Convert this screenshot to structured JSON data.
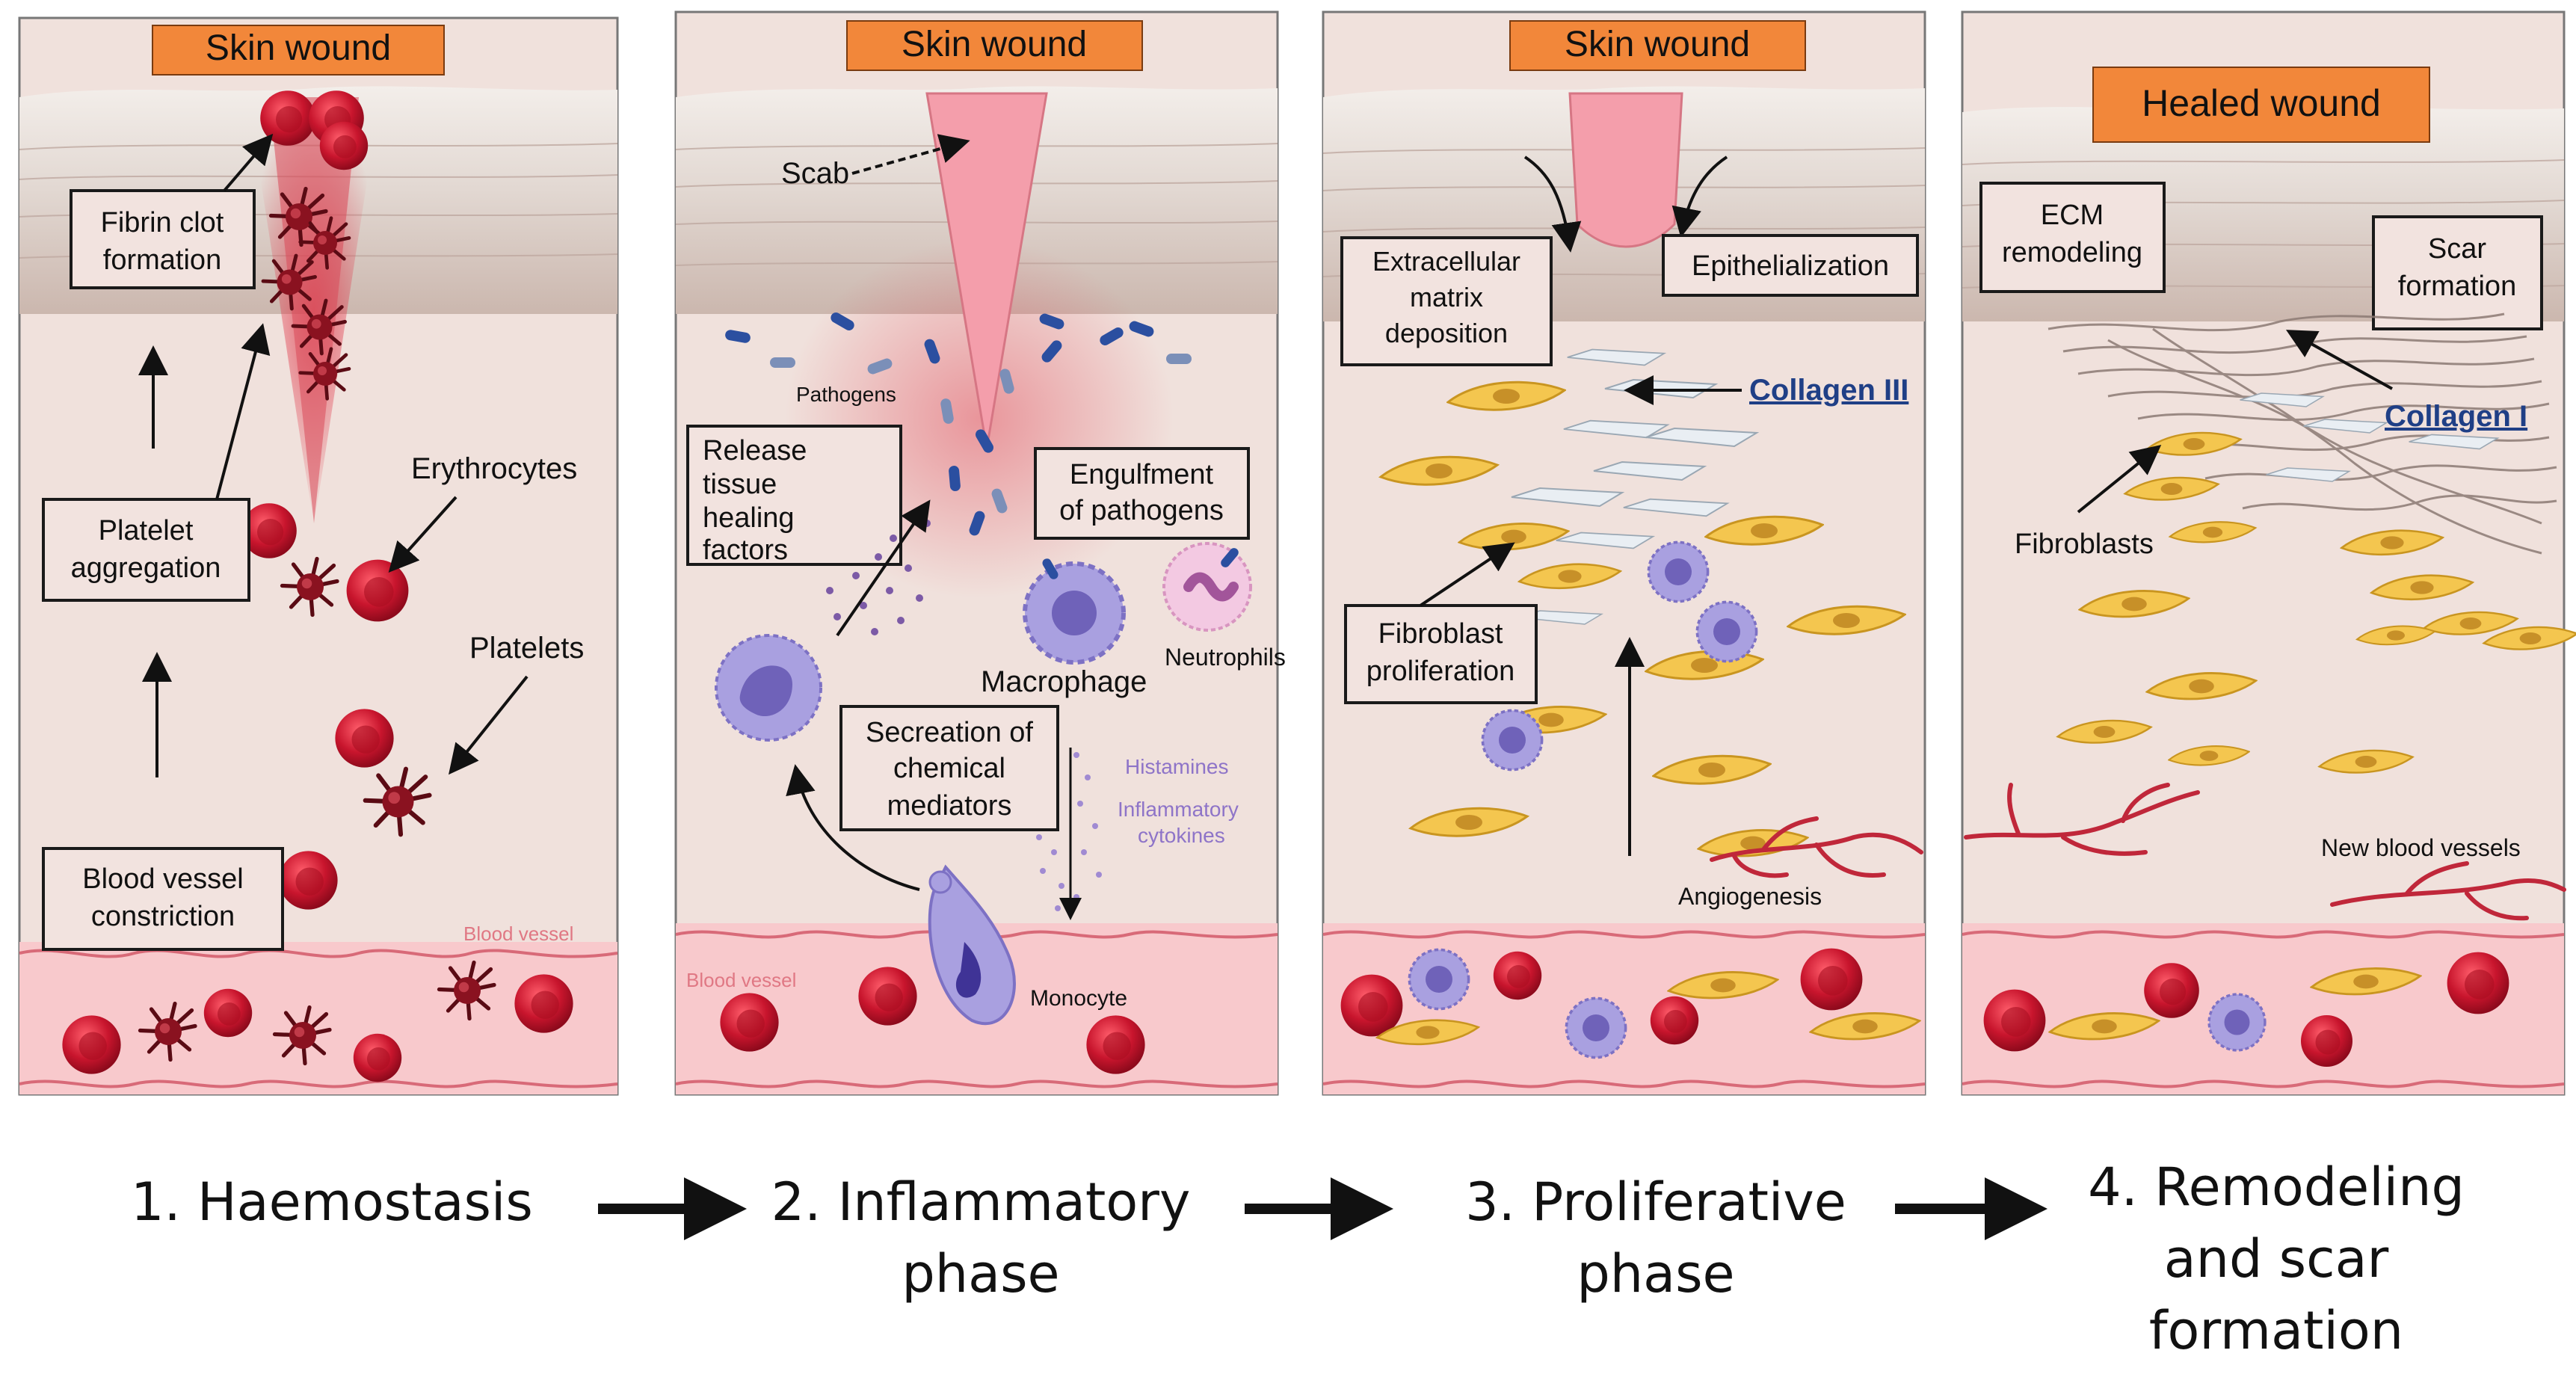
{
  "panels": [
    {
      "banner": "Skin wound",
      "labels": {
        "fibrin": [
          "Fibrin clot",
          "formation"
        ],
        "erythrocytes": "Erythrocytes",
        "platelet_aggregation": [
          "Platelet",
          "aggregation"
        ],
        "platelets": "Platelets",
        "constriction": [
          "Blood vessel",
          "constriction"
        ],
        "blood_vessel": "Blood vessel"
      }
    },
    {
      "banner": "Skin wound",
      "labels": {
        "scab": "Scab",
        "pathogens": "Pathogens",
        "release": [
          "Release",
          "tissue",
          "healing",
          "factors"
        ],
        "engulfment": [
          "Engulfment",
          "of pathogens"
        ],
        "neutrophils": "Neutrophils",
        "macrophage": "Macrophage",
        "secretion": [
          "Secreation of",
          "chemical",
          "mediators"
        ],
        "histamines": "Histamines",
        "cytokines": [
          "Inflammatory",
          "cytokines"
        ],
        "blood_vessel": "Blood vessel",
        "monocyte": "Monocyte"
      }
    },
    {
      "banner": "Skin wound",
      "labels": {
        "ecm": [
          "Extracellular",
          "matrix",
          "deposition"
        ],
        "epithelialization": "Epithelialization",
        "collagen": "Collagen III",
        "fibroblast": [
          "Fibroblast",
          "proliferation"
        ],
        "angiogenesis": "Angiogenesis"
      }
    },
    {
      "banner": "Healed  wound",
      "labels": {
        "ecm_remodeling": [
          "ECM",
          "remodeling"
        ],
        "scar": [
          "Scar",
          "formation"
        ],
        "collagen": "Collagen I",
        "fibroblasts": "Fibroblasts",
        "new_vessels": "New blood vessels"
      }
    }
  ],
  "stages": [
    [
      "1.  Haemostasis"
    ],
    [
      "2. Inflammatory",
      "phase"
    ],
    [
      "3. Proliferative",
      "phase"
    ],
    [
      "4. Remodeling",
      "and scar",
      "formation"
    ]
  ],
  "colors": {
    "banner": "#f2873a",
    "skin_top": "#e6dcd6",
    "dermis": "#f0e1dc",
    "vessel": "#f8c9cc",
    "rbc": "#c8152d",
    "fibroblast": "#f2c24a",
    "macrophage": "#9a8fd6",
    "collagen_label": "#1f3f86"
  }
}
